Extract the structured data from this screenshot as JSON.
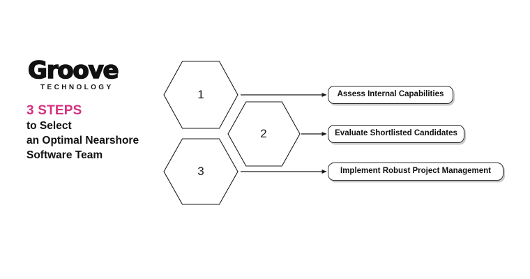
{
  "background_color": "#ffffff",
  "brand": {
    "logo_wordmark": "Groove",
    "logo_subtext": "TECHNOLOGY",
    "accent_color": "#d6317f",
    "text_color": "#111111"
  },
  "headline": {
    "accent": "3 STEPS",
    "line1": "to Select",
    "line2": "an Optimal Nearshore",
    "line3": "Software Team"
  },
  "steps": [
    {
      "number": "1",
      "label": "Assess Internal Capabilities"
    },
    {
      "number": "2",
      "label": "Evaluate Shortlisted Candidates"
    },
    {
      "number": "3",
      "label": "Implement Robust Project Management"
    }
  ]
}
